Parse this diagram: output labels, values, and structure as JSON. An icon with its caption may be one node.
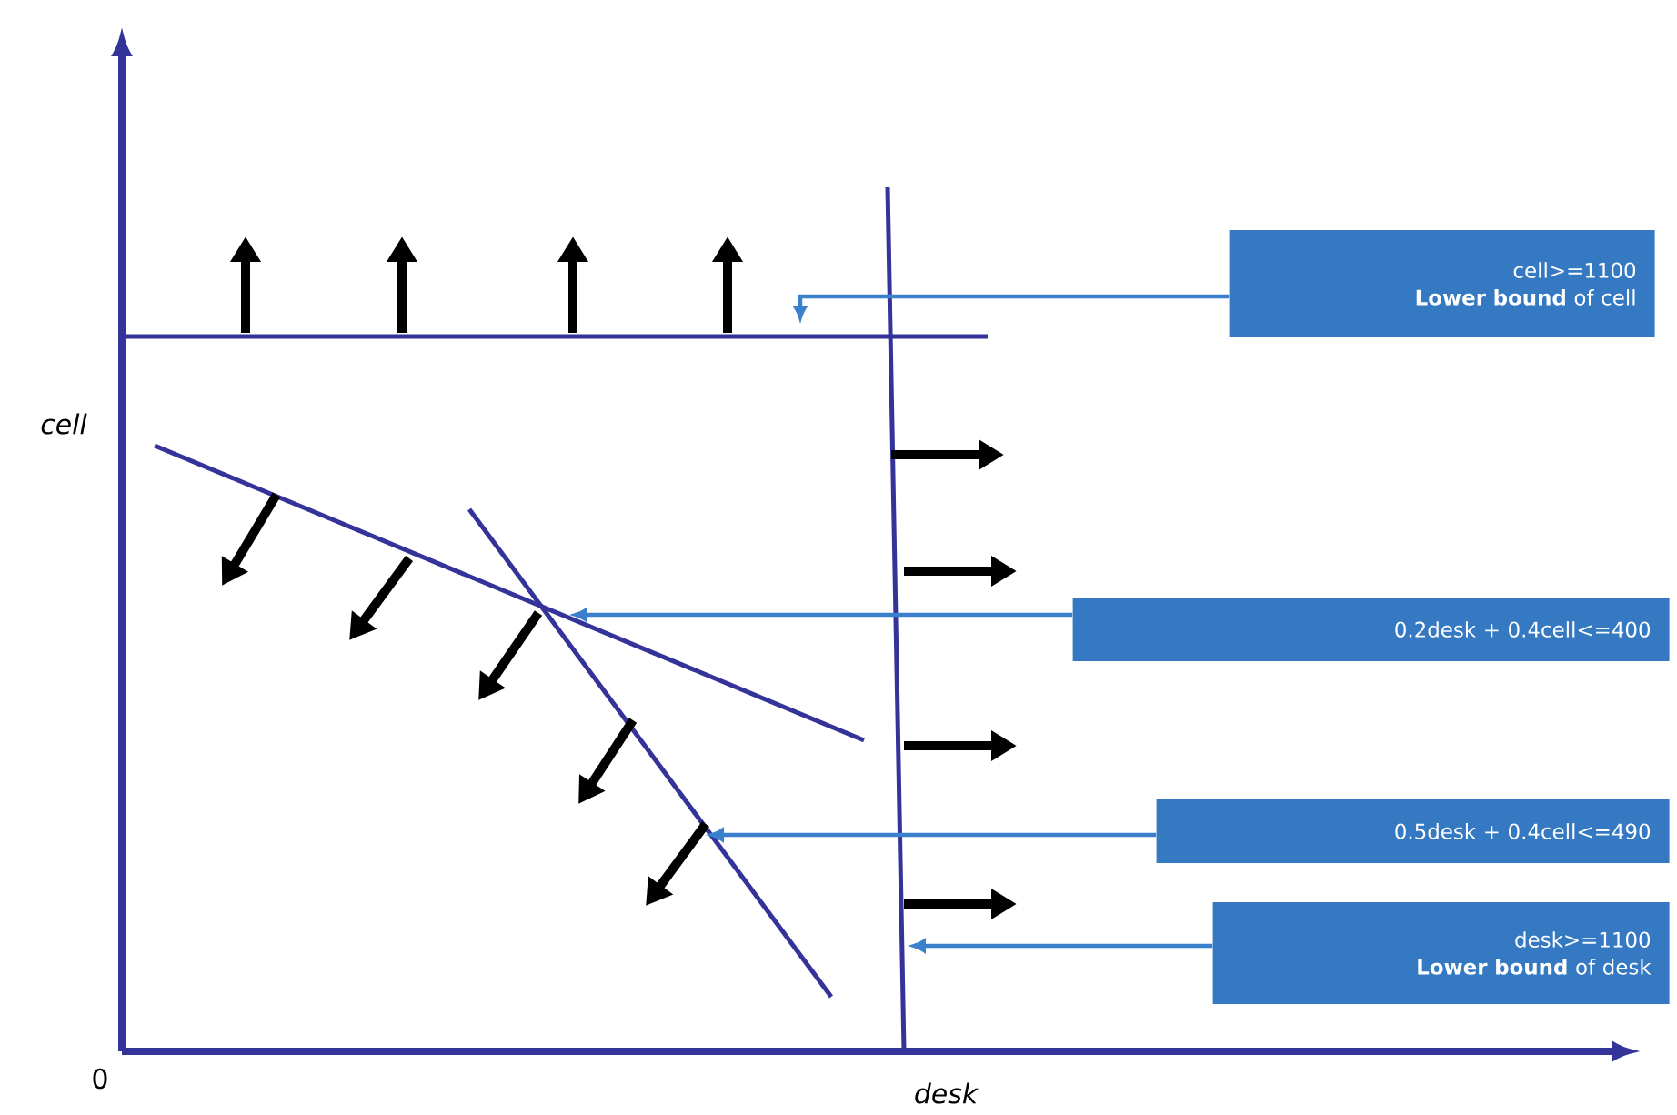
{
  "diagram": {
    "nodes": [
      {
        "text": [
          "cell>=1100",
          "**Lower bound** of cell"
        ]
      },
      {
        "text": [
          "0.2desk + 0.4cell<=400"
        ]
      },
      {
        "text": [
          "0.5desk + 0.4cell<=490"
        ]
      },
      {
        "text": [
          "desk>=1100",
          "**Lower bound** of desk"
        ]
      }
    ],
    "edges": [
      {
        "from": 0,
        "to": null,
        "arrow": "to"
      },
      {
        "from": 1,
        "to": null,
        "arrow": "to"
      },
      {
        "from": 2,
        "to": null,
        "arrow": "to"
      },
      {
        "from": 3,
        "to": null,
        "arrow": "to"
      }
    ],
    "labels": [
      "cell",
      "0",
      "desk"
    ]
  }
}
